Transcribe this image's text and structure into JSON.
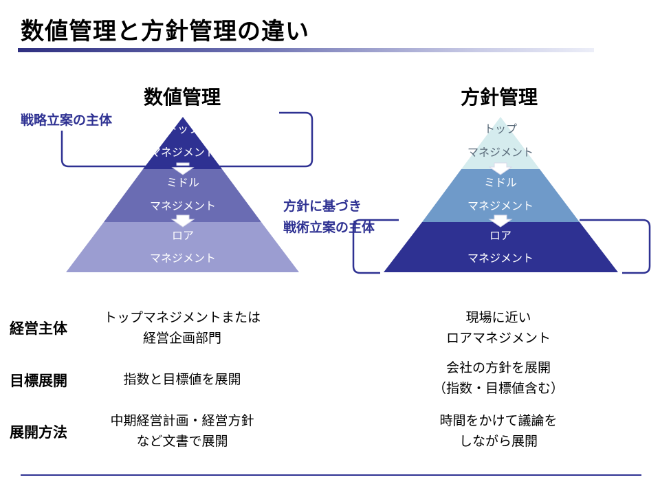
{
  "slide": {
    "title": "数値管理と方針管理の違い"
  },
  "left": {
    "heading": "数値管理",
    "callout": "戦略立案の主体",
    "tiers": [
      {
        "line1": "トップ",
        "line2": "マネジメント"
      },
      {
        "line1": "ミドル",
        "line2": "マネジメント"
      },
      {
        "line1": "ロア",
        "line2": "マネジメント"
      }
    ]
  },
  "right": {
    "heading": "方針管理",
    "callout_line1": "方針に基づき",
    "callout_line2": "戦術立案の主体",
    "tiers": [
      {
        "line1": "トップ",
        "line2": "マネジメント"
      },
      {
        "line1": "ミドル",
        "line2": "マネジメント"
      },
      {
        "line1": "ロア",
        "line2": "マネジメント"
      }
    ]
  },
  "colors": {
    "navy": "#2e3192",
    "left_top": "#2e3192",
    "left_mid": "#6a6cb3",
    "left_low": "#9b9dd1",
    "right_top": "#d5ecee",
    "right_mid": "#6f9ac9",
    "right_low": "#2e3192"
  },
  "table": {
    "rows": [
      {
        "label": "経営主体",
        "left_line1": "トップマネジメントまたは",
        "left_line2": "経営企画部門",
        "right_line1": "現場に近い",
        "right_line2": "ロアマネジメント"
      },
      {
        "label": "目標展開",
        "left_line1": "指数と目標値を展開",
        "left_line2": "",
        "right_line1": "会社の方針を展開",
        "right_line2": "（指数・目標値含む）"
      },
      {
        "label": "展開方法",
        "left_line1": "中期経営計画・経営方針",
        "left_line2": "など文書で展開",
        "right_line1": "時間をかけて議論を",
        "right_line2": "しながら展開"
      }
    ]
  }
}
